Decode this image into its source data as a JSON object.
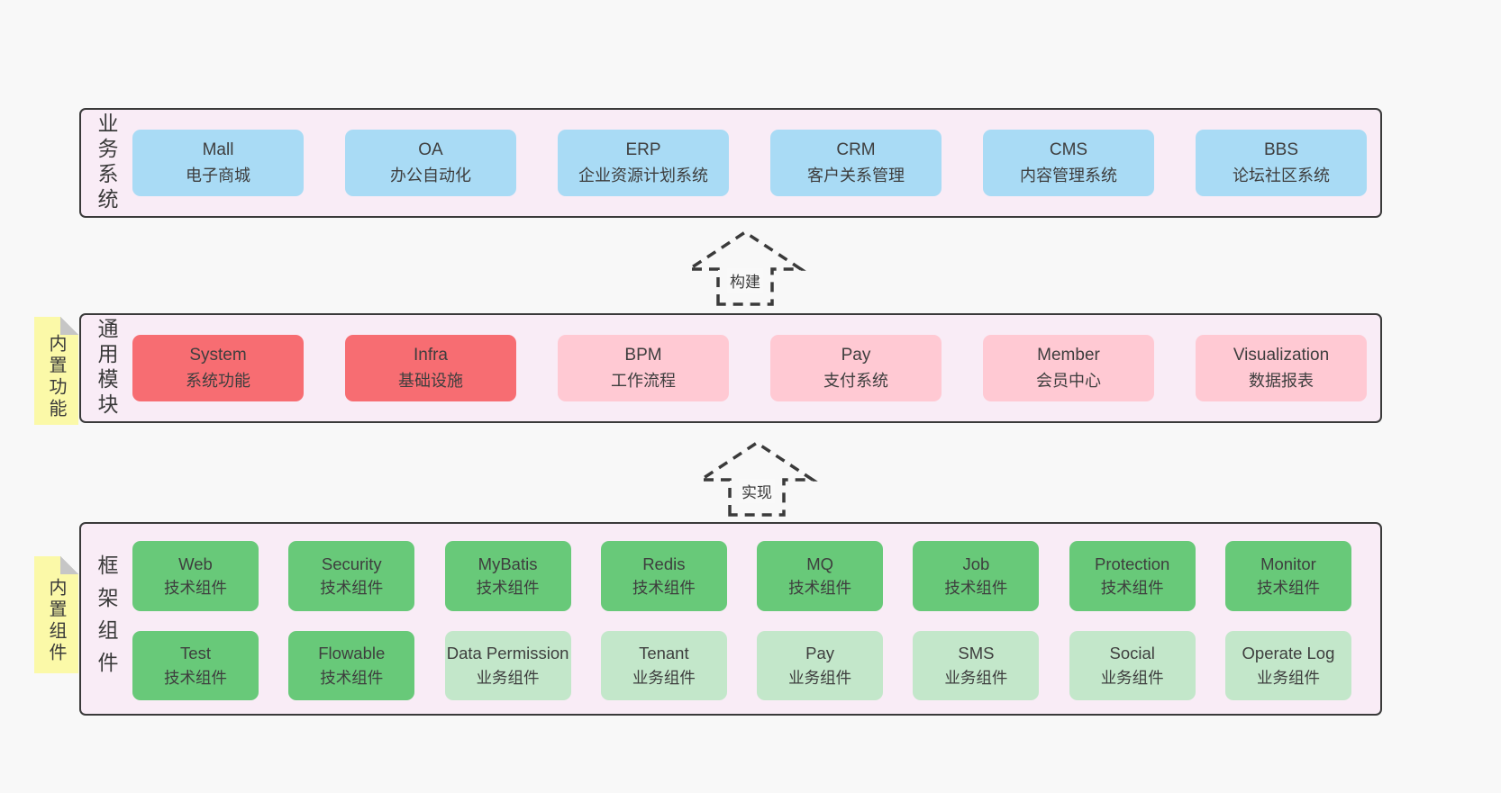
{
  "diagram_title": "yudao architecture layers",
  "colors": {
    "page_bg": "#f8f8f8",
    "layer_bg": "#f9ecf6",
    "layer_border": "#3a3a3a",
    "business_box_blue": "#a9dbf5",
    "core_module_red": "#f76d72",
    "optional_module_pink": "#ffc9d3",
    "tech_component_green": "#68c979",
    "biz_component_lightgreen": "#c3e7ca",
    "sticky_note_yellow": "#fbf9a8",
    "sticky_fold_gray": "#c6c6c6",
    "text": "#3e3e3e"
  },
  "layers": [
    {
      "label": "业务系统",
      "boxes": [
        {
          "name": "Mall",
          "desc": "电子商城"
        },
        {
          "name": "OA",
          "desc": "办公自动化"
        },
        {
          "name": "ERP",
          "desc": "企业资源计划系统"
        },
        {
          "name": "CRM",
          "desc": "客户关系管理"
        },
        {
          "name": "CMS",
          "desc": "内容管理系统"
        },
        {
          "name": "BBS",
          "desc": "论坛社区系统"
        }
      ]
    },
    {
      "label": "通用模块",
      "tab": "内置功能",
      "boxes": [
        {
          "name": "System",
          "desc": "系统功能"
        },
        {
          "name": "Infra",
          "desc": "基础设施"
        },
        {
          "name": "BPM",
          "desc": "工作流程"
        },
        {
          "name": "Pay",
          "desc": "支付系统"
        },
        {
          "name": "Member",
          "desc": "会员中心"
        },
        {
          "name": "Visualization",
          "desc": "数据报表"
        }
      ]
    },
    {
      "label": "框架组件",
      "tab": "内置组件",
      "rows": [
        [
          {
            "name": "Web",
            "desc": "技术组件"
          },
          {
            "name": "Security",
            "desc": "技术组件"
          },
          {
            "name": "MyBatis",
            "desc": "技术组件"
          },
          {
            "name": "Redis",
            "desc": "技术组件"
          },
          {
            "name": "MQ",
            "desc": "技术组件"
          },
          {
            "name": "Job",
            "desc": "技术组件"
          },
          {
            "name": "Protection",
            "desc": "技术组件"
          },
          {
            "name": "Monitor",
            "desc": "技术组件"
          }
        ],
        [
          {
            "name": "Test",
            "desc": "技术组件"
          },
          {
            "name": "Flowable",
            "desc": "技术组件"
          },
          {
            "name": "Data Permission",
            "desc": "业务组件"
          },
          {
            "name": "Tenant",
            "desc": "业务组件"
          },
          {
            "name": "Pay",
            "desc": "业务组件"
          },
          {
            "name": "SMS",
            "desc": "业务组件"
          },
          {
            "name": "Social",
            "desc": "业务组件"
          },
          {
            "name": "Operate Log",
            "desc": "业务组件"
          }
        ]
      ]
    }
  ],
  "arrows": [
    {
      "label": "构建"
    },
    {
      "label": "实现"
    }
  ]
}
